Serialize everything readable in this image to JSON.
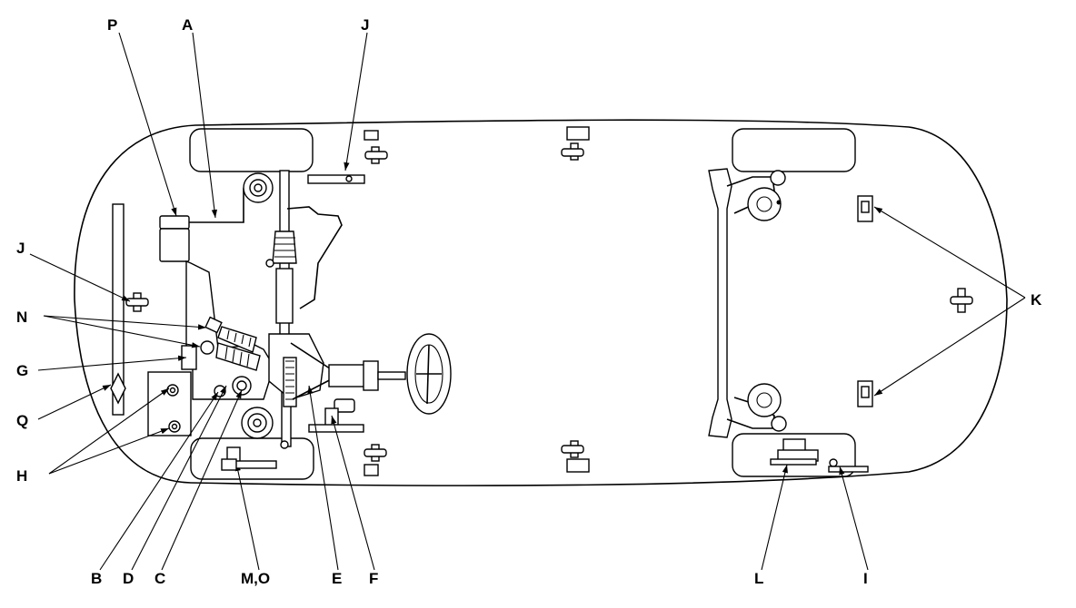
{
  "diagram": {
    "colors": {
      "line": "#000000",
      "background": "#ffffff"
    },
    "labels": {
      "P": "P",
      "A": "A",
      "J_top": "J",
      "J_left": "J",
      "N": "N",
      "G": "G",
      "Q": "Q",
      "H": "H",
      "K": "K",
      "B": "B",
      "D": "D",
      "C": "C",
      "MO": "M,O",
      "E": "E",
      "F": "F",
      "L": "L",
      "I": "I"
    }
  }
}
